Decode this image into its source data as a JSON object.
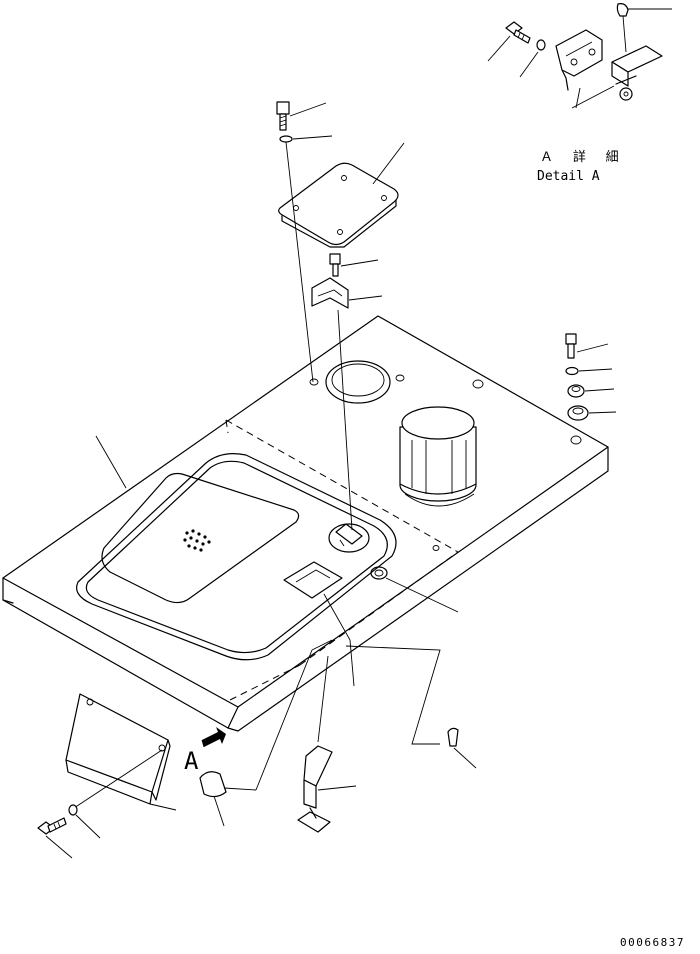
{
  "detail_title_jp": "Ａ 詳 細",
  "detail_title_en": "Detail A",
  "view_marker": "A",
  "drawing_number": "00066837"
}
